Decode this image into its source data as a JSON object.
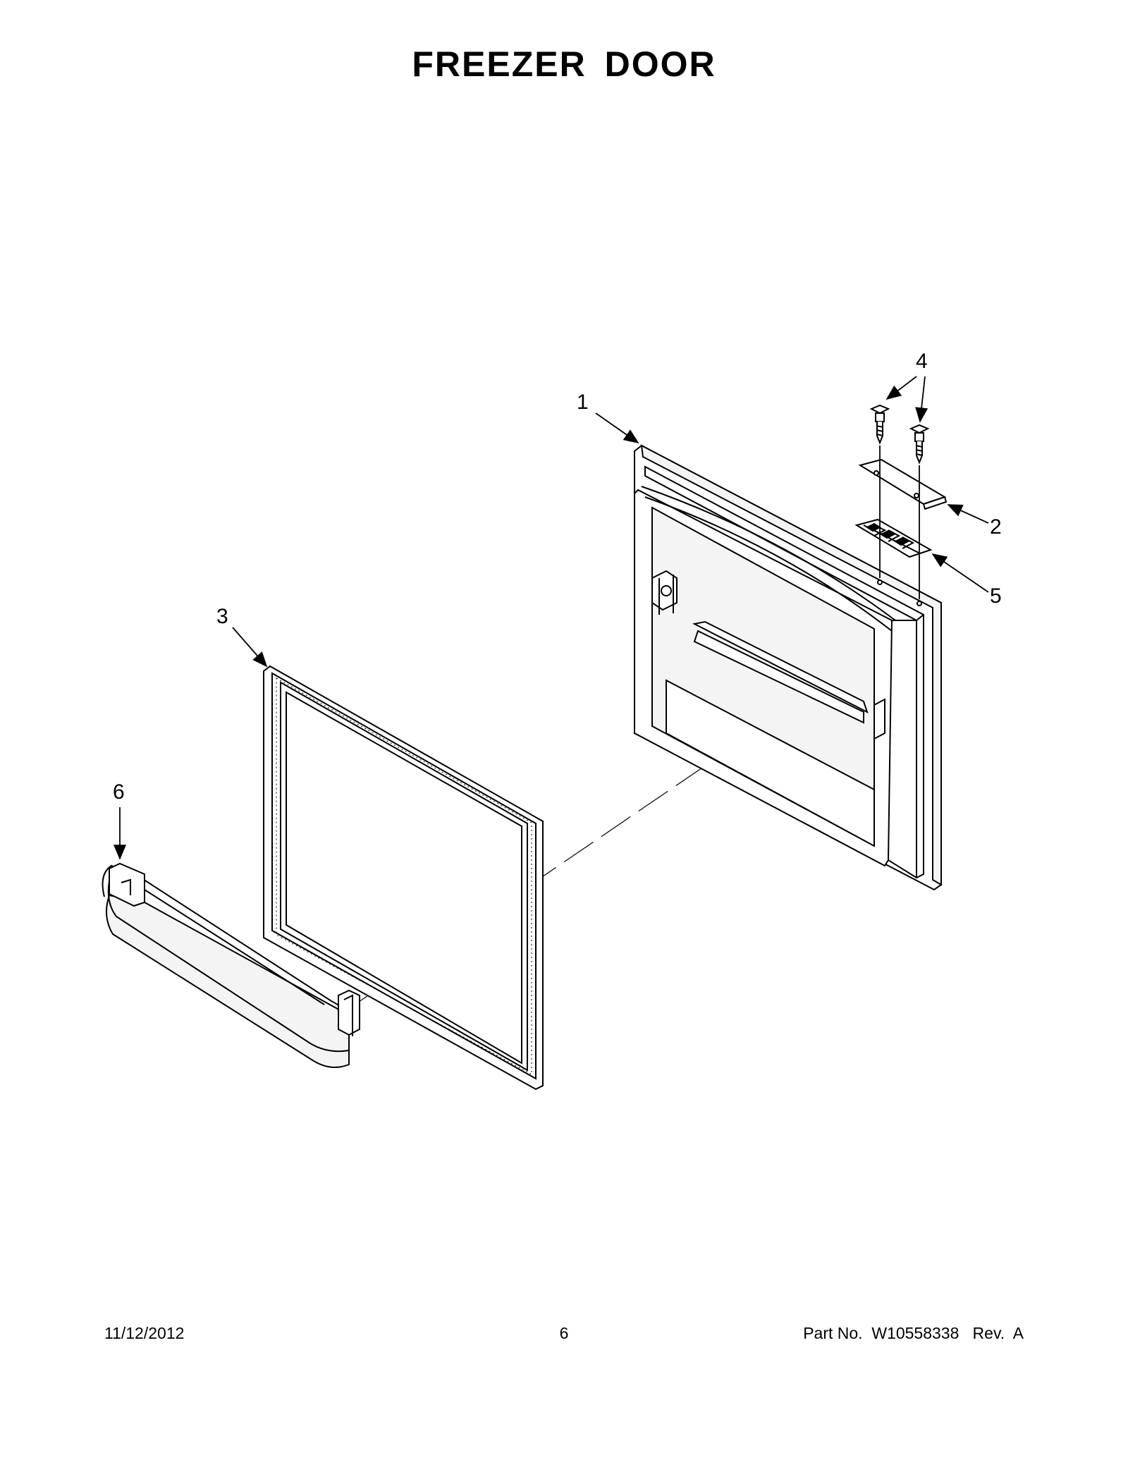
{
  "page": {
    "title": "FREEZER DOOR"
  },
  "callouts": [
    {
      "id": "1",
      "label": "1"
    },
    {
      "id": "2",
      "label": "2"
    },
    {
      "id": "3",
      "label": "3"
    },
    {
      "id": "4",
      "label": "4"
    },
    {
      "id": "5",
      "label": "5"
    },
    {
      "id": "6",
      "label": "6"
    }
  ],
  "footer": {
    "date": "11/12/2012",
    "page_number": "6",
    "part_number": "Part No.  W10558338   Rev.  A"
  },
  "colors": {
    "line": "#000000",
    "background": "#ffffff",
    "fill_light": "#f4f4f4"
  }
}
